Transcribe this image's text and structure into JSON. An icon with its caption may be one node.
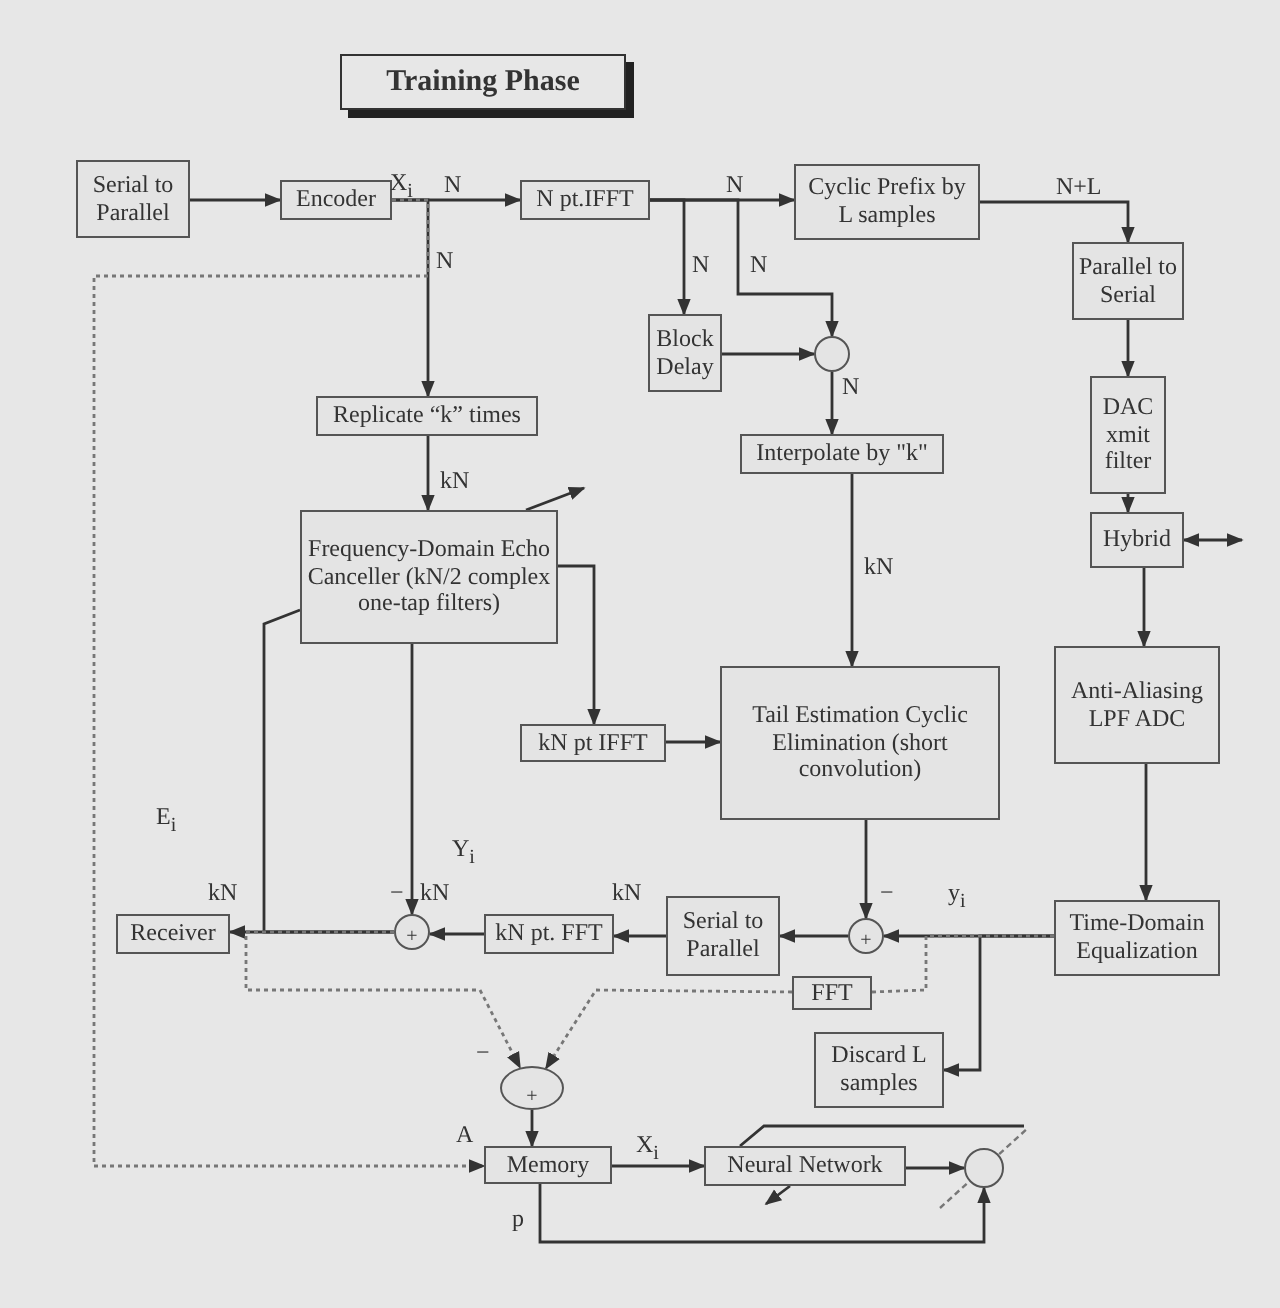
{
  "diagram": {
    "title": "Training Phase",
    "nodes": [
      {
        "text": [
          "Serial to Parallel"
        ]
      },
      {
        "text": [
          "Encoder"
        ]
      },
      {
        "text": [
          "N pt.IFFT"
        ]
      },
      {
        "text": [
          "Cyclic Prefix by L samples"
        ]
      },
      {
        "text": [
          "Parallel to Serial"
        ]
      },
      {
        "text": [
          "Block Delay"
        ]
      },
      {
        "text": [],
        "shape": "circle"
      },
      {
        "text": [
          "Replicate “k” times"
        ]
      },
      {
        "text": [
          "Interpolate by  \"k\""
        ]
      },
      {
        "text": [
          "DAC xmit filter"
        ]
      },
      {
        "text": [
          "Hybrid"
        ]
      },
      {
        "text": [
          "Frequency-Domain Echo Canceller (kN/2 complex one-tap filters)"
        ]
      },
      {
        "text": [
          "kN pt IFFT"
        ]
      },
      {
        "text": [
          "Tail Estimation Cyclic Elimination (short convolution)"
        ]
      },
      {
        "text": [
          "Anti-Aliasing LPF ADC"
        ]
      },
      {
        "text": [
          "Receiver"
        ]
      },
      {
        "text": [
          "+"
        ]
      },
      {
        "text": [
          "kN pt. FFT"
        ]
      },
      {
        "text": [
          "Serial to Parallel"
        ]
      },
      {
        "text": [
          "+"
        ]
      },
      {
        "text": [
          "Time-Domain Equalization"
        ]
      },
      {
        "text": [
          "FFT"
        ]
      },
      {
        "text": [
          "Discard L samples"
        ]
      },
      {
        "text": [
          "+"
        ]
      },
      {
        "text": [
          "Memory"
        ]
      },
      {
        "text": [
          "Neural Network"
        ]
      },
      {
        "text": [],
        "shape": "circle"
      }
    ],
    "edges": [
      {
        "from": 0,
        "to": 1,
        "arrow": "to"
      },
      {
        "from": 1,
        "to": 2,
        "arrow": "to",
        "label": "N"
      },
      {
        "from": 1,
        "to": 7,
        "arrow": "to",
        "label": "N"
      },
      {
        "from": 2,
        "to": 3,
        "arrow": "to",
        "label": "N"
      },
      {
        "from": 2,
        "to": 5,
        "arrow": "to",
        "label": "N"
      },
      {
        "from": 2,
        "to": 6,
        "arrow": "to",
        "label": "N"
      },
      {
        "from": 5,
        "to": 6,
        "arrow": "to"
      },
      {
        "from": 6,
        "to": 8,
        "arrow": "to",
        "label": "N"
      },
      {
        "from": 3,
        "to": 4,
        "arrow": "to",
        "label": "N+L"
      },
      {
        "from": 4,
        "to": 9,
        "arrow": "to"
      },
      {
        "from": 9,
        "to": 10,
        "arrow": "to"
      },
      {
        "from": 10,
        "to": null,
        "arrow": "both"
      },
      {
        "from": 10,
        "to": 14,
        "arrow": "to"
      },
      {
        "from": 7,
        "to": 11,
        "arrow": "to",
        "label": "kN"
      },
      {
        "from": 8,
        "to": 13,
        "arrow": "to",
        "label": "kN"
      },
      {
        "from": 11,
        "to": 12,
        "arrow": "to"
      },
      {
        "from": 12,
        "to": 13,
        "arrow": "to"
      },
      {
        "from": 14,
        "to": 20,
        "arrow": "to"
      },
      {
        "from": 13,
        "to": 19,
        "arrow": "to",
        "label": "−"
      },
      {
        "from": 20,
        "to": 19,
        "arrow": "to",
        "label": "y$_{i}$"
      },
      {
        "from": 20,
        "to": 22,
        "arrow": "to"
      },
      {
        "from": 19,
        "to": 18,
        "arrow": "to"
      },
      {
        "from": 18,
        "to": 17,
        "arrow": "to",
        "label": "kN"
      },
      {
        "from": 17,
        "to": 16,
        "arrow": "to"
      },
      {
        "from": 11,
        "to": 16,
        "arrow": "to",
        "label": "Y$_{i}$"
      },
      {
        "from": 16,
        "to": 15,
        "arrow": "to"
      },
      {
        "from": 16,
        "to": 11,
        "arrow": "none"
      },
      {
        "from": 1,
        "to": 24,
        "arrow": "to",
        "style": "dashed"
      },
      {
        "from": 16,
        "to": 23,
        "arrow": "to",
        "style": "dashed",
        "label": "−"
      },
      {
        "from": 20,
        "to": 21,
        "arrow": "none",
        "style": "dashed"
      },
      {
        "from": 21,
        "to": 23,
        "arrow": "to",
        "style": "dashed"
      },
      {
        "from": 23,
        "to": 24,
        "arrow": "to"
      },
      {
        "from": 24,
        "to": 25,
        "arrow": "to",
        "label": "X$_{i}$"
      },
      {
        "from": 25,
        "to": 26,
        "arrow": "to"
      },
      {
        "from": 24,
        "to": 26,
        "arrow": "to",
        "label": "p"
      }
    ],
    "labels": [
      "X$_{i}$",
      "E$_{i}$",
      "kN",
      "−",
      "kN",
      "A"
    ]
  }
}
